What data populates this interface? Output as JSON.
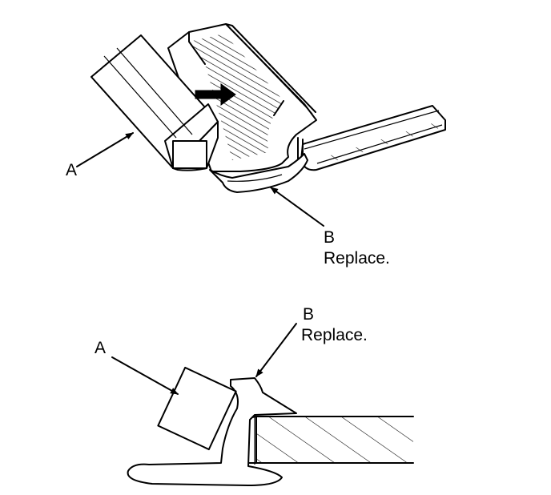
{
  "top_view": {
    "label_a": "A",
    "label_b": "B",
    "label_b_note": "Replace."
  },
  "bottom_view": {
    "label_a": "A",
    "label_b": "B",
    "label_b_note": "Replace."
  }
}
